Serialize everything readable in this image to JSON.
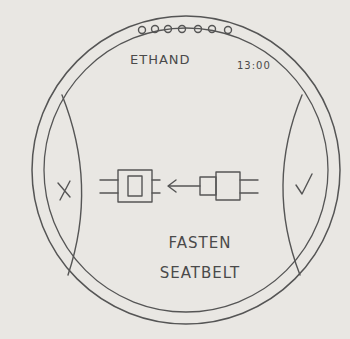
{
  "diagram": {
    "nodes": [
      {
        "text": [
          "ETHAND",
          "13:00",
          "FASTEN SEATBELT"
        ]
      }
    ]
  }
}
